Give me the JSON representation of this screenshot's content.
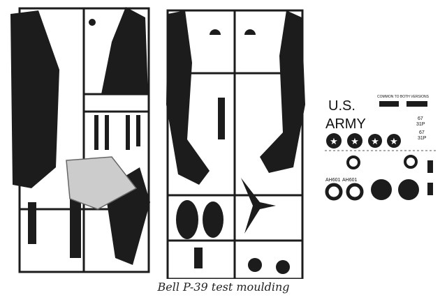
{
  "caption": "Bell P-39 test moulding",
  "decals": {
    "us": "U.S.",
    "army": "ARMY",
    "common": "COMMON TO BOTH VERSIONS",
    "num1": "67",
    "code1": "31P",
    "serial": "AH601"
  },
  "colors": {
    "plastic": "#1c1c1c",
    "paper": "#ffffff",
    "caption": "#222222"
  }
}
